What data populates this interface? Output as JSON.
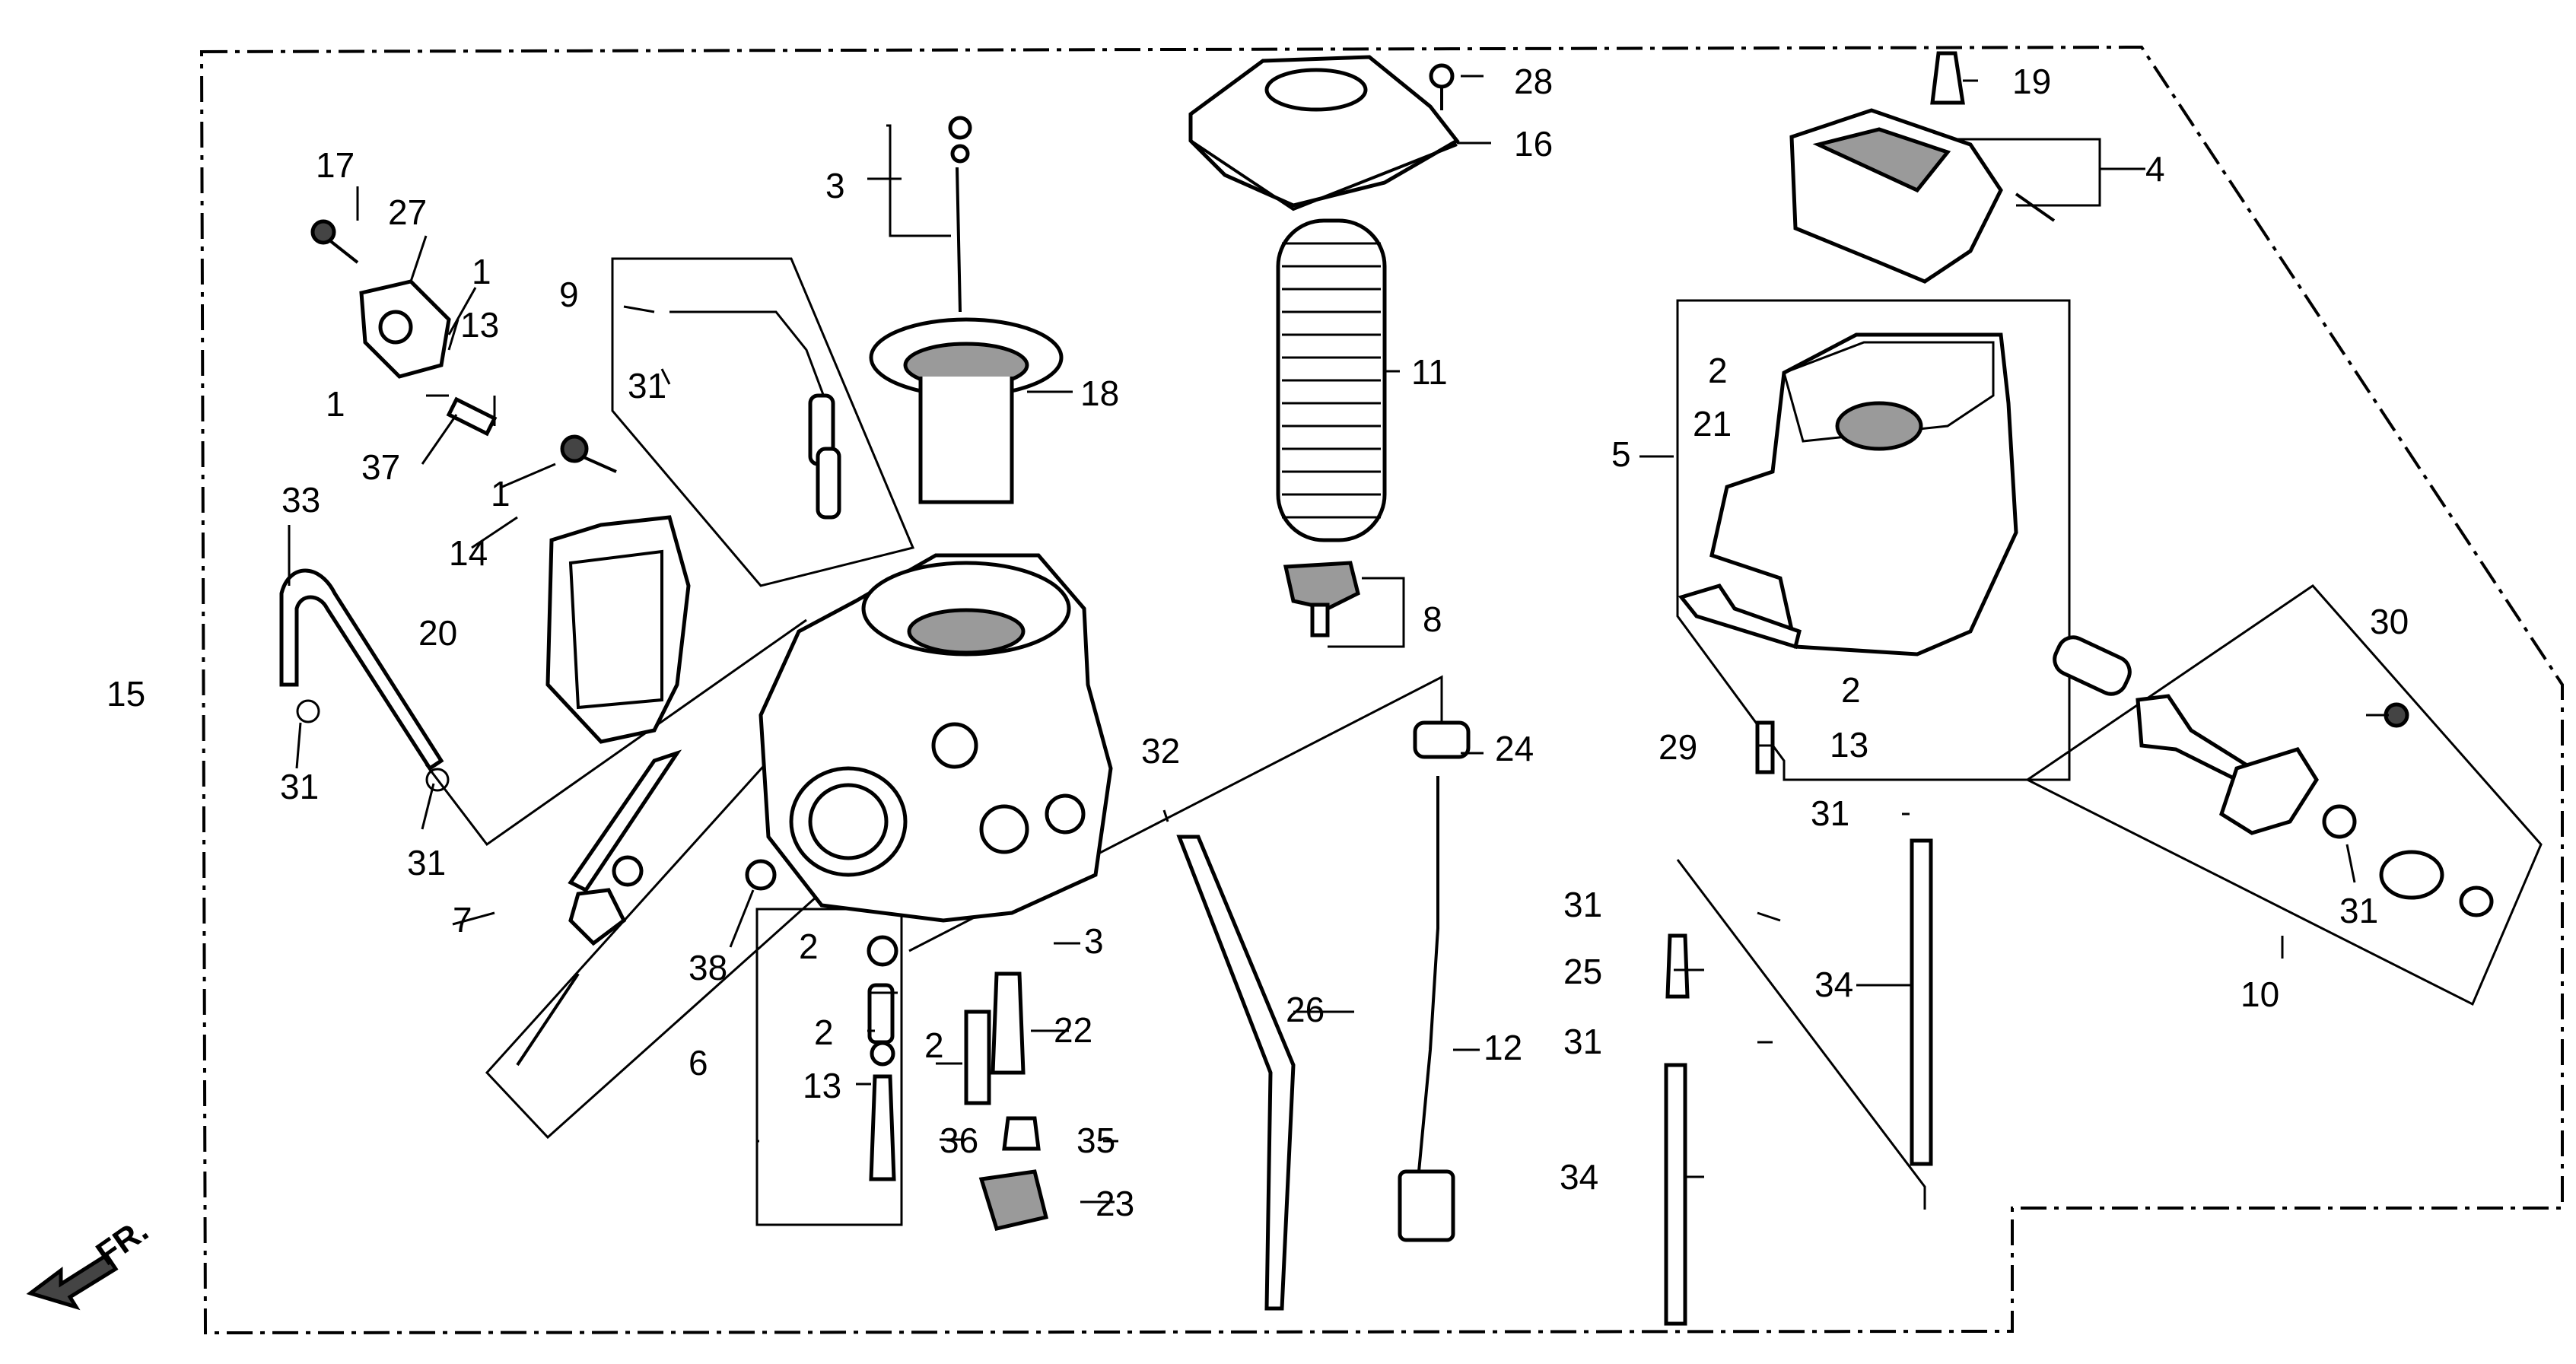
{
  "front_indicator": {
    "label": "FR.",
    "icon": "front-arrow-icon"
  },
  "callouts": [
    "1",
    "2",
    "3",
    "4",
    "5",
    "6",
    "7",
    "8",
    "9",
    "10",
    "11",
    "12",
    "13",
    "14",
    "15",
    "16",
    "17",
    "18",
    "19",
    "20",
    "21",
    "22",
    "23",
    "24",
    "25",
    "26",
    "27",
    "28",
    "29",
    "30",
    "31",
    "32",
    "33",
    "34",
    "35",
    "36",
    "37",
    "38"
  ]
}
